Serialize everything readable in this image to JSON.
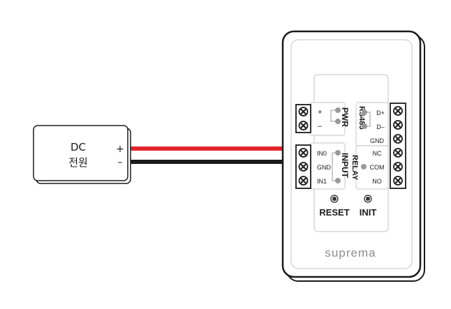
{
  "power_supply": {
    "label_line1": "DC",
    "label_line2": "전원",
    "plus": "+",
    "minus": "–"
  },
  "wires": {
    "positive_color": "#e4242b",
    "negative_color": "#1a1a1a"
  },
  "device": {
    "brand": "suprema",
    "pwr_label": "PWR",
    "pwr_plus": "+",
    "pwr_minus": "–",
    "input_label": "INPUT",
    "input_pins": [
      "IN0",
      "GND",
      "IN1"
    ],
    "rs485_label": "RS485",
    "rs485_pins": [
      "D+",
      "D–",
      "GND"
    ],
    "relay_label": "RELAY",
    "relay_pins": [
      "NC",
      "COM",
      "NO"
    ],
    "reset_label": "RESET",
    "init_label": "INIT"
  },
  "colors": {
    "outline": "#1a1a1a",
    "inner_border": "#cfcfcf",
    "pin_dot": "#999999",
    "brand_text": "#8c8c8c"
  }
}
